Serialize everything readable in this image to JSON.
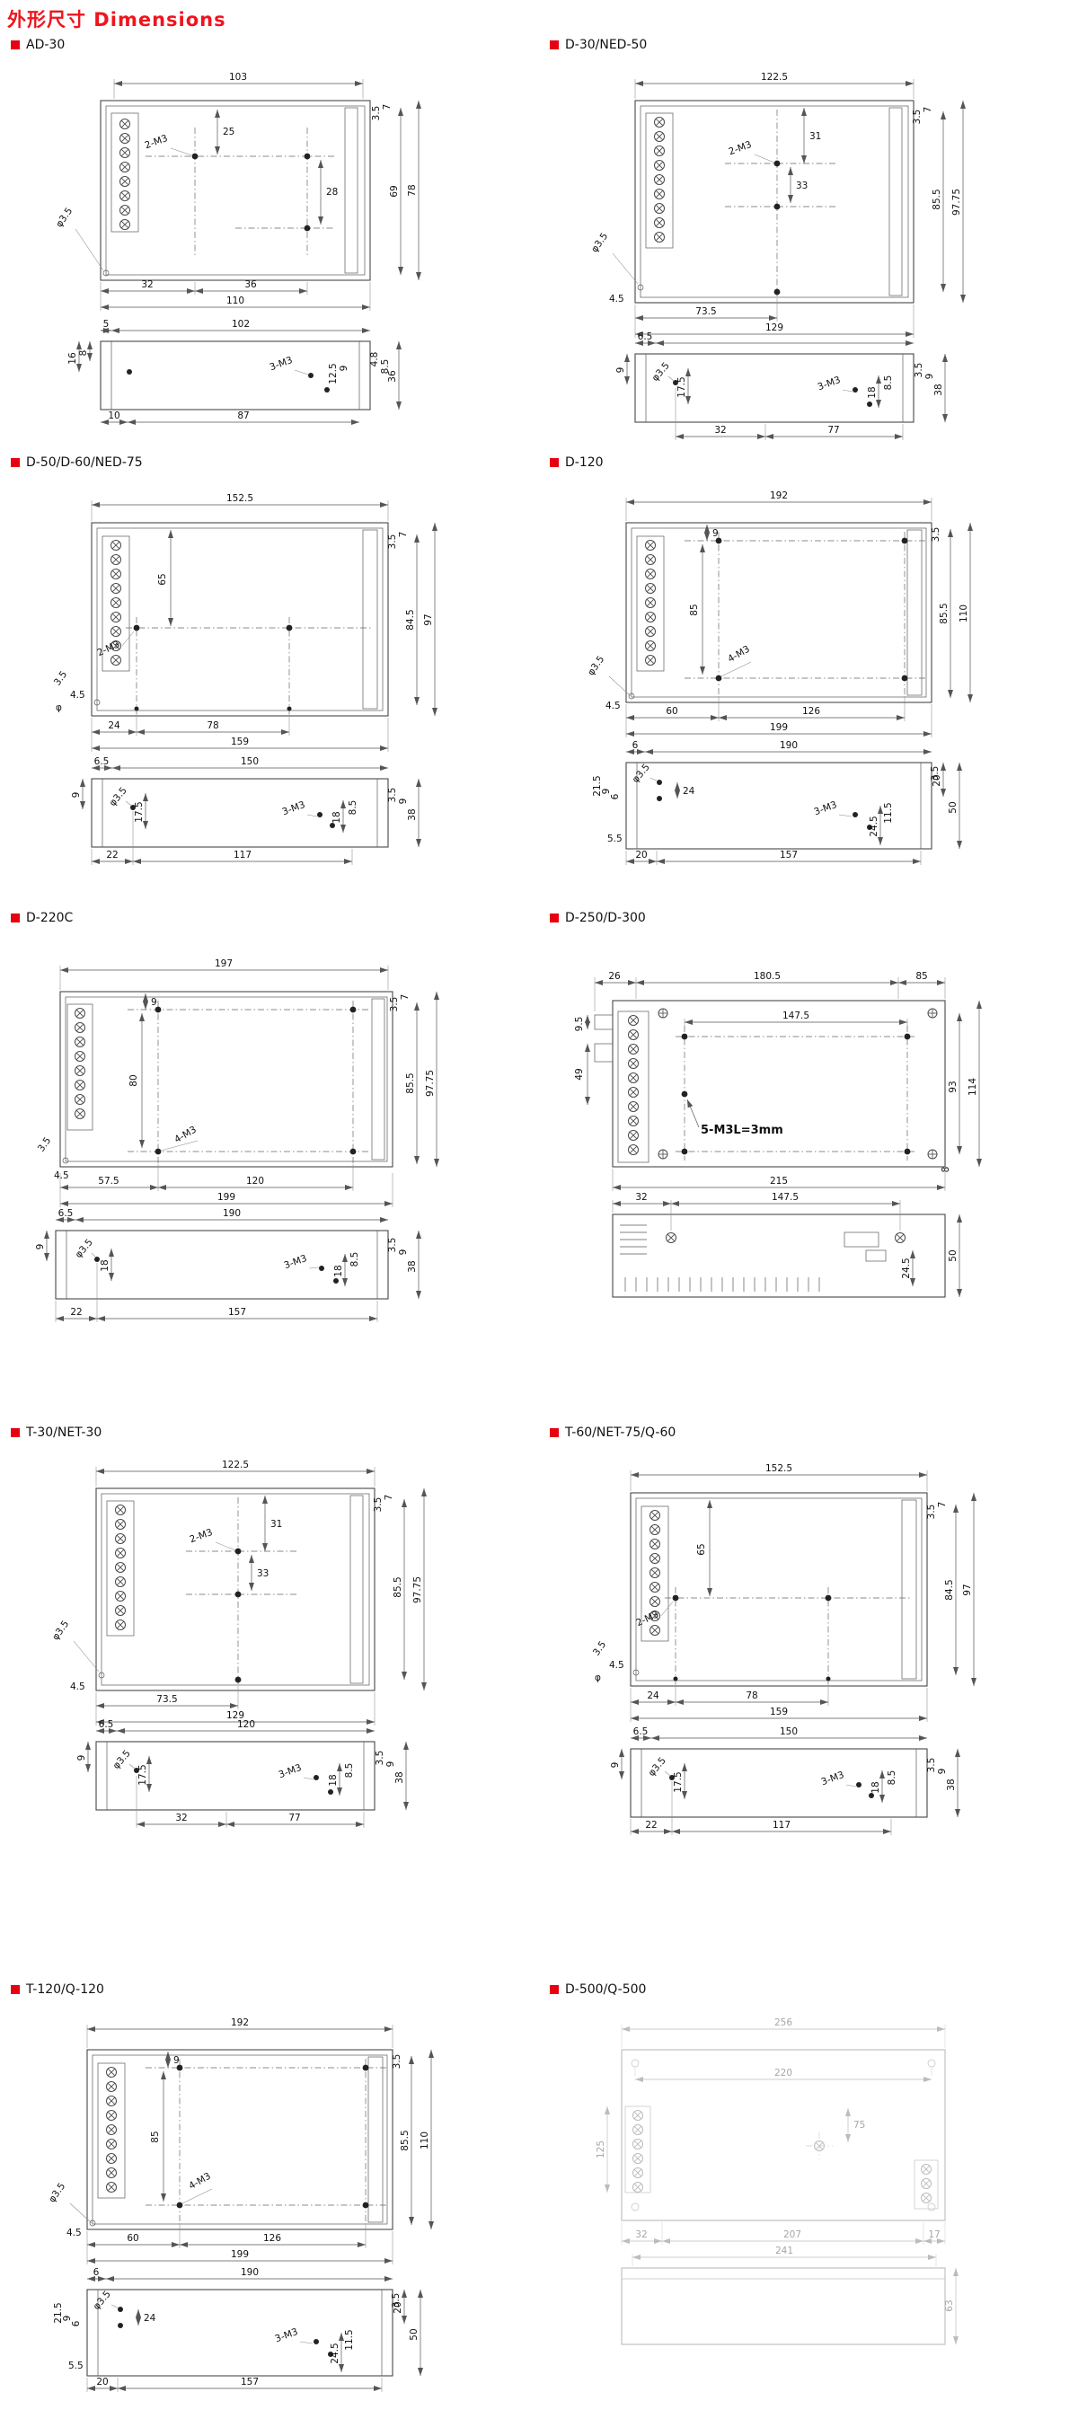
{
  "page": {
    "title": "外形尺寸 Dimensions"
  },
  "sections": [
    {
      "name": "AD-30",
      "tv": [
        "103",
        "25",
        "2-M3",
        "28",
        "3.5",
        "7",
        "69",
        "78",
        "φ3.5",
        "32",
        "36",
        "110"
      ],
      "sv": [
        "5",
        "102",
        "8",
        "16",
        "3-M3",
        "12.5",
        "9",
        "4.8",
        "8.5",
        "36",
        "10",
        "87"
      ]
    },
    {
      "name": "D-30/NED-50",
      "tv": [
        "122.5",
        "31",
        "2-M3",
        "33",
        "3.5",
        "7",
        "85.5",
        "97.75",
        "φ3.5",
        "4.5",
        "73.5",
        "129"
      ],
      "sv": [
        "6.5",
        "",
        "9",
        "φ3.5",
        "17.5",
        "3-M3",
        "18",
        "8.5",
        "3.5",
        "9",
        "38",
        "32",
        "77"
      ]
    },
    {
      "name": "D-50/D-60/NED-75",
      "tv": [
        "152.5",
        "65",
        "2-M3",
        "3.5",
        "7",
        "84.5",
        "97",
        "3.5",
        "4.5",
        "φ",
        "24",
        "78",
        "159"
      ],
      "sv": [
        "6.5",
        "150",
        "9",
        "φ3.5",
        "17.5",
        "3-M3",
        "18",
        "8.5",
        "3.5",
        "9",
        "38",
        "22",
        "117"
      ]
    },
    {
      "name": "D-120",
      "tv": [
        "192",
        "9",
        "85",
        "4-M3",
        "3.5",
        "85.5",
        "110",
        "φ3.5",
        "4.5",
        "60",
        "126",
        "199"
      ],
      "sv": [
        "6",
        "190",
        "21.5",
        "9",
        "6",
        "φ3.5",
        "24",
        "5.5",
        "3-M3",
        "24.5",
        "11.5",
        "3.5",
        "20",
        "50",
        "20",
        "157"
      ]
    },
    {
      "name": "D-220C",
      "tv": [
        "197",
        "9",
        "80",
        "4-M3",
        "3.5",
        "7",
        "85.5",
        "97.75",
        "3.5",
        "4.5",
        "57.5",
        "120",
        "199"
      ],
      "sv": [
        "6.5",
        "190",
        "9",
        "φ3.5",
        "18",
        "3-M3",
        "18",
        "8.5",
        "3.5",
        "9",
        "38",
        "22",
        "157"
      ]
    },
    {
      "name": "D-250/D-300",
      "tv": [
        "26",
        "180.5",
        "85",
        "147.5",
        "9.5",
        "49",
        "5-M3L=3mm",
        "93",
        "114",
        "8",
        "215"
      ],
      "sv": [
        "32",
        "147.5",
        "24.5",
        "50"
      ]
    },
    {
      "name": "T-30/NET-30",
      "tv": [
        "122.5",
        "31",
        "2-M3",
        "33",
        "3.5",
        "7",
        "85.5",
        "97.75",
        "φ3.5",
        "4.5",
        "73.5",
        "129"
      ],
      "sv": [
        "6.5",
        "120",
        "9",
        "φ3.5",
        "17.5",
        "3-M3",
        "18",
        "8.5",
        "3.5",
        "9",
        "38",
        "32",
        "77"
      ]
    },
    {
      "name": "T-60/NET-75/Q-60",
      "tv": [
        "152.5",
        "65",
        "2-M3",
        "3.5",
        "7",
        "84.5",
        "97",
        "3.5",
        "4.5",
        "φ",
        "24",
        "78",
        "159"
      ],
      "sv": [
        "6.5",
        "150",
        "9",
        "φ3.5",
        "17.5",
        "3-M3",
        "18",
        "8.5",
        "3.5",
        "9",
        "38",
        "22",
        "117"
      ]
    },
    {
      "name": "T-120/Q-120",
      "tv": [
        "192",
        "9",
        "85",
        "4-M3",
        "3.5",
        "85.5",
        "110",
        "φ3.5",
        "4.5",
        "60",
        "126",
        "199"
      ],
      "sv": [
        "6",
        "190",
        "21.5",
        "9",
        "6",
        "φ3.5",
        "24",
        "5.5",
        "3-M3",
        "24.5",
        "11.5",
        "3.5",
        "20",
        "50",
        "20",
        "157"
      ]
    },
    {
      "name": "D-500/Q-500",
      "tv": [
        "256",
        "220",
        "75",
        "125",
        "32",
        "207",
        "17"
      ],
      "sv": [
        "241",
        "63"
      ]
    }
  ]
}
